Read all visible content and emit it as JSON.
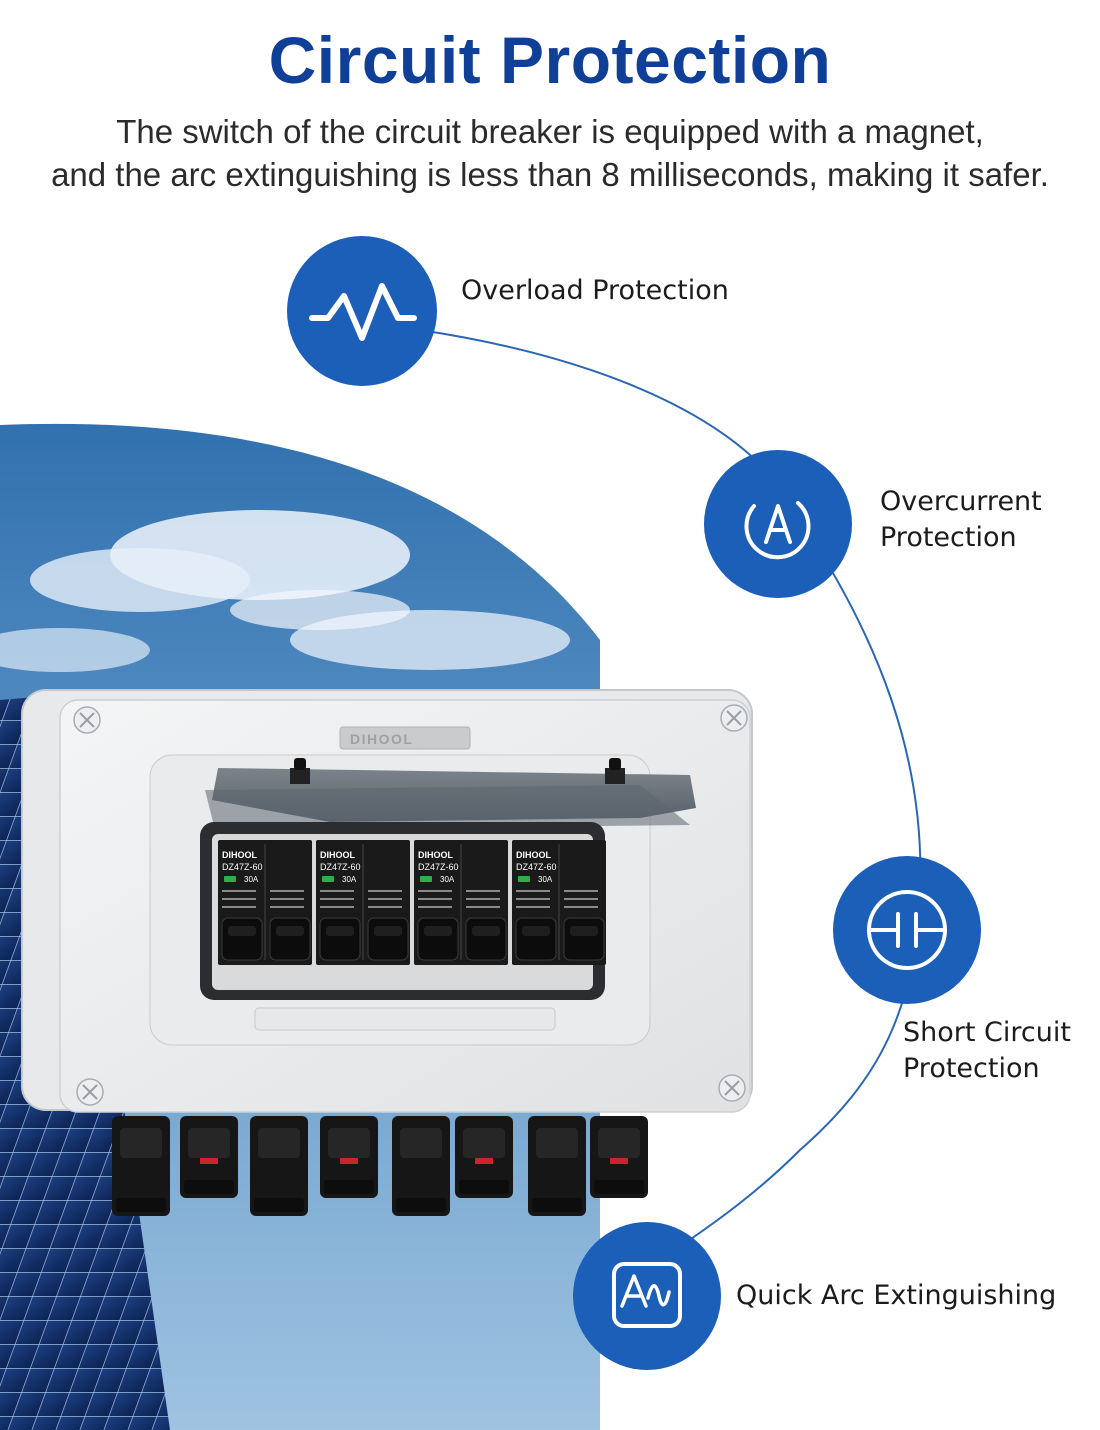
{
  "header": {
    "title": "Circuit Protection",
    "subtitle_line1": "The switch of the circuit breaker is equipped with a magnet,",
    "subtitle_line2": "and the arc extinguishing is less than 8 milliseconds, making it safer."
  },
  "features": [
    {
      "icon": "waveform-icon",
      "lines": [
        "Overload Protection"
      ]
    },
    {
      "icon": "ampere-circle-icon",
      "lines": [
        "Overcurrent",
        "Protection"
      ]
    },
    {
      "icon": "breaker-contact-icon",
      "lines": [
        "Short Circuit",
        "Protection"
      ]
    },
    {
      "icon": "arc-wave-icon",
      "lines": [
        "Quick Arc Extinguishing"
      ]
    }
  ],
  "product": {
    "brand": "DIHOOL",
    "breakers": [
      {
        "brand": "DIHOOL",
        "model": "DZ47Z-60",
        "rating": "30A"
      },
      {
        "brand": "DIHOOL",
        "model": "DZ47Z-60",
        "rating": "30A"
      },
      {
        "brand": "DIHOOL",
        "model": "DZ47Z-60",
        "rating": "30A"
      },
      {
        "brand": "DIHOOL",
        "model": "DZ47Z-60",
        "rating": "30A"
      }
    ]
  },
  "colors": {
    "title": "#0f3f96",
    "badge": "#1b5fb8",
    "connector_line": "#2a66b8",
    "text": "#1c1c1c"
  }
}
